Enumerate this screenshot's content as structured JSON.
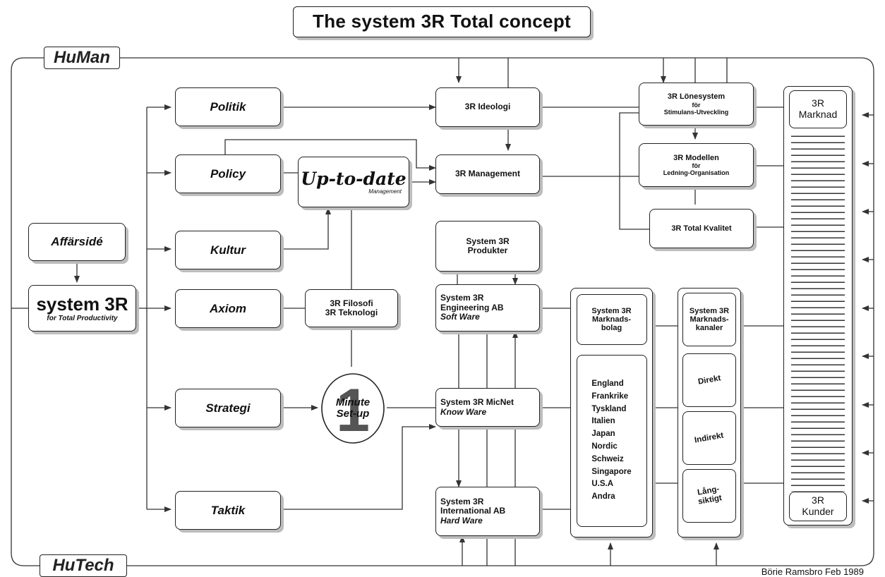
{
  "title": "The system 3R Total concept",
  "side_labels": {
    "top": "HuMan",
    "bottom": "HuTech"
  },
  "left": {
    "affarside": "Affärsidé",
    "system3r_title": "system 3R",
    "system3r_sub": "for Total Productivity"
  },
  "pillars": [
    "Politik",
    "Policy",
    "Kultur",
    "Axiom",
    "Strategi",
    "Taktik"
  ],
  "uptodate": {
    "main": "Up-to-date",
    "sub": "Management"
  },
  "filosofi": [
    "3R Filosofi",
    "3R Teknologi"
  ],
  "minute_setup": {
    "line1": "Minute",
    "line2": "Set-up",
    "numeral": "1"
  },
  "center": {
    "ideologi": "3R Ideologi",
    "management": "3R Management",
    "produkter": [
      "System 3R",
      "Produkter"
    ],
    "engineering": [
      "System 3R",
      "Engineering AB",
      "Soft Ware"
    ],
    "micnet": [
      "System 3R MicNet",
      "Know Ware"
    ],
    "international": [
      "System 3R",
      "International AB",
      "Hard Ware"
    ]
  },
  "right_top": {
    "lonesystem": {
      "line1": "3R Lönesystem",
      "line2": "för",
      "line3": "Stimulans-Utveckling"
    },
    "modellen": {
      "line1": "3R Modellen",
      "line2": "för",
      "line3": "Ledning-Organisation"
    },
    "total_kvalitet": "3R Total Kvalitet"
  },
  "marknadsbolag": {
    "title": [
      "System 3R",
      "Marknads-",
      "bolag"
    ],
    "countries": [
      "England",
      "Frankrike",
      "Tyskland",
      "Italien",
      "Japan",
      "Nordic",
      "Schweiz",
      "Singapore",
      "U.S.A",
      "Andra"
    ]
  },
  "kanaler": {
    "title": [
      "System 3R",
      "Marknads-",
      "kanaler"
    ],
    "items": [
      "Direkt",
      "Indirekt",
      "Lång-",
      "siktigt"
    ]
  },
  "marknad": {
    "top": [
      "3R",
      "Marknad"
    ],
    "bottom": [
      "3R",
      "Kunder"
    ]
  },
  "footer": "Börie Ramsbro Feb 1989"
}
